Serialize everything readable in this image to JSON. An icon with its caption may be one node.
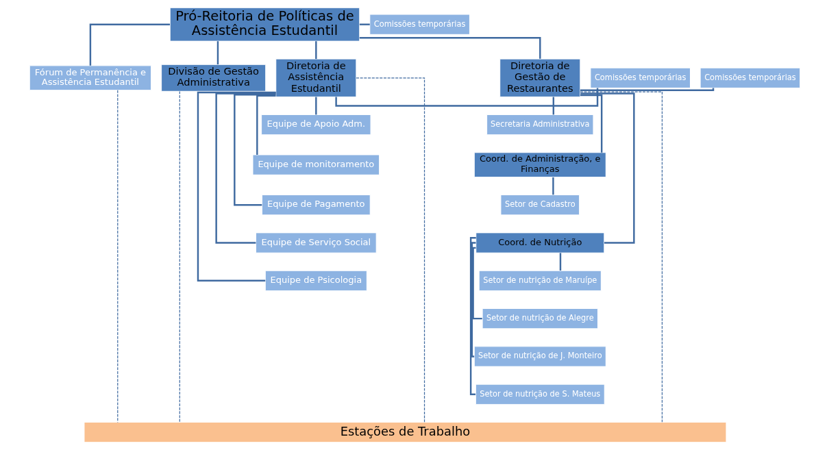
{
  "diagram": {
    "nodes": [
      {
        "text": [
          "Pró-Reitoria de Políticas de Assistência Estudantil"
        ]
      },
      {
        "text": [
          "Comissões temporárias"
        ]
      },
      {
        "text": [
          "Fórum de Permanência e Assistência Estudantil"
        ]
      },
      {
        "text": [
          "Divisão de Gestão Administrativa"
        ]
      },
      {
        "text": [
          "Diretoria de Assistência Estudantil"
        ]
      },
      {
        "text": [
          "Comissões temporárias"
        ]
      },
      {
        "text": [
          "Diretoria de Gestão de Restaurantes"
        ]
      },
      {
        "text": [
          "Comissões temporárias"
        ]
      },
      {
        "text": [
          "Secretaria Administrativa"
        ]
      },
      {
        "text": [
          "Coord. de Administração, e Finanças"
        ]
      },
      {
        "text": [
          "Setor de Cadastro"
        ]
      },
      {
        "text": [
          "Coord. de Nutrição"
        ]
      },
      {
        "text": [
          "Setor de nutrição de Maruípe"
        ]
      },
      {
        "text": [
          "Setor de nutrição de Alegre"
        ]
      },
      {
        "text": [
          "Setor de nutrição de J. Monteiro"
        ]
      },
      {
        "text": [
          "Setor de nutrição de S. Mateus"
        ]
      },
      {
        "text": [
          "Equipe de Apoio Adm."
        ]
      },
      {
        "text": [
          "Equipe de monitoramento"
        ]
      },
      {
        "text": [
          "Equipe de Pagamento"
        ]
      },
      {
        "text": [
          "Equipe de Serviço Social"
        ]
      },
      {
        "text": [
          "Equipe de Psicologia"
        ]
      },
      {
        "text": [
          "Estações de Trabalho"
        ]
      }
    ],
    "edges": [
      {
        "from": 0,
        "to": 1,
        "arrow": "none"
      },
      {
        "from": 0,
        "to": 2,
        "arrow": "none"
      },
      {
        "from": 0,
        "to": 3,
        "arrow": "none"
      },
      {
        "from": 0,
        "to": 4,
        "arrow": "none"
      },
      {
        "from": 0,
        "to": 6,
        "arrow": "none"
      },
      {
        "from": 4,
        "to": 5,
        "arrow": "none"
      },
      {
        "from": 6,
        "to": 7,
        "arrow": "none"
      },
      {
        "from": 6,
        "to": 8,
        "arrow": "none"
      },
      {
        "from": 6,
        "to": 9,
        "arrow": "none"
      },
      {
        "from": 9,
        "to": 10,
        "arrow": "none"
      },
      {
        "from": 6,
        "to": 11,
        "arrow": "none"
      },
      {
        "from": 11,
        "to": 12,
        "arrow": "none"
      },
      {
        "from": 11,
        "to": 13,
        "arrow": "none"
      },
      {
        "from": 11,
        "to": 14,
        "arrow": "none"
      },
      {
        "from": 11,
        "to": 15,
        "arrow": "none"
      },
      {
        "from": 4,
        "to": 16,
        "arrow": "none"
      },
      {
        "from": 4,
        "to": 17,
        "arrow": "none"
      },
      {
        "from": 4,
        "to": 18,
        "arrow": "none"
      },
      {
        "from": 4,
        "to": 19,
        "arrow": "none"
      },
      {
        "from": 4,
        "to": 20,
        "arrow": "none"
      },
      {
        "from": 2,
        "to": 21,
        "arrow": "none",
        "style": "dashed"
      },
      {
        "from": 4,
        "to": 21,
        "arrow": "none",
        "style": "dashed"
      },
      {
        "from": 6,
        "to": 21,
        "arrow": "none",
        "style": "dashed"
      },
      {
        "from": 3,
        "to": 21,
        "arrow": "none",
        "style": "dashed"
      }
    ]
  }
}
